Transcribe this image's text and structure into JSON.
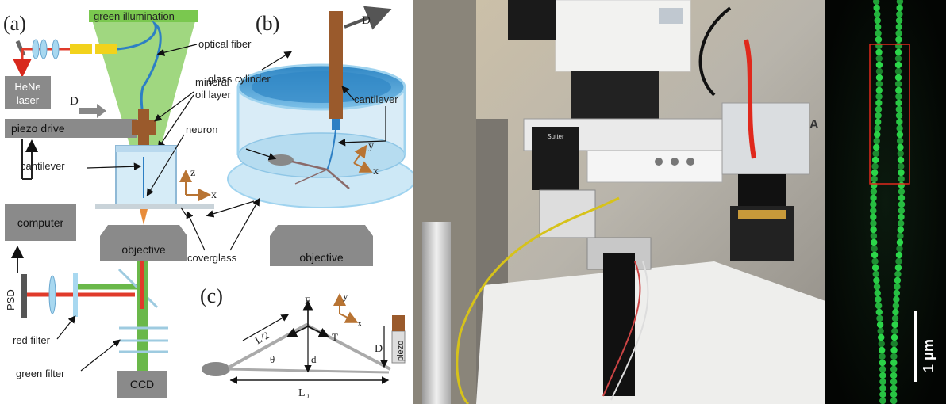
{
  "panel_labels": {
    "a": "(a)",
    "b": "(b)",
    "c": "(c)"
  },
  "panel_a": {
    "green_illumination": "green  illumination",
    "optical_fiber": "optical fiber",
    "laser": [
      "HeNe",
      "laser"
    ],
    "d_arrow": "D",
    "piezo_drive": "piezo drive",
    "mineral_oil": [
      "mineral",
      "oil layer"
    ],
    "neuron": "neuron",
    "cantilever": "cantilever",
    "axis_z": "z",
    "axis_x": "x",
    "computer": "computer",
    "objective": "objective",
    "coverglass": "coverglass",
    "psd": "PSD",
    "red_filter": "red filter",
    "green_filter": "green filter",
    "ccd": "CCD"
  },
  "panel_b": {
    "d_label": "D",
    "glass_cylinder": "glass cylinder",
    "cantilever": "cantilever",
    "axis_y": "y",
    "axis_x": "x",
    "objective": "objective"
  },
  "panel_c": {
    "f": "F",
    "l_half": "L/2",
    "t": "T",
    "theta": "θ",
    "d_small": "d",
    "d_big": "D",
    "piezo": "piezo",
    "l0": "L₀",
    "axis_y": "y",
    "axis_x": "x"
  },
  "photo": {
    "brand": "Sutter",
    "panel_label": "A"
  },
  "micrograph": {
    "scale_bar": "1 μm"
  },
  "colors": {
    "green_beam": "#7ac84f",
    "red_beam": "#e03a2a",
    "box_gray": "#8a8a8a",
    "brown": "#9a5a2c",
    "dish_blue": "#9fd3ef",
    "dark_blue": "#3a8fc8",
    "fluor_green": "#2cd84a",
    "roi_red": "#e0281c"
  }
}
